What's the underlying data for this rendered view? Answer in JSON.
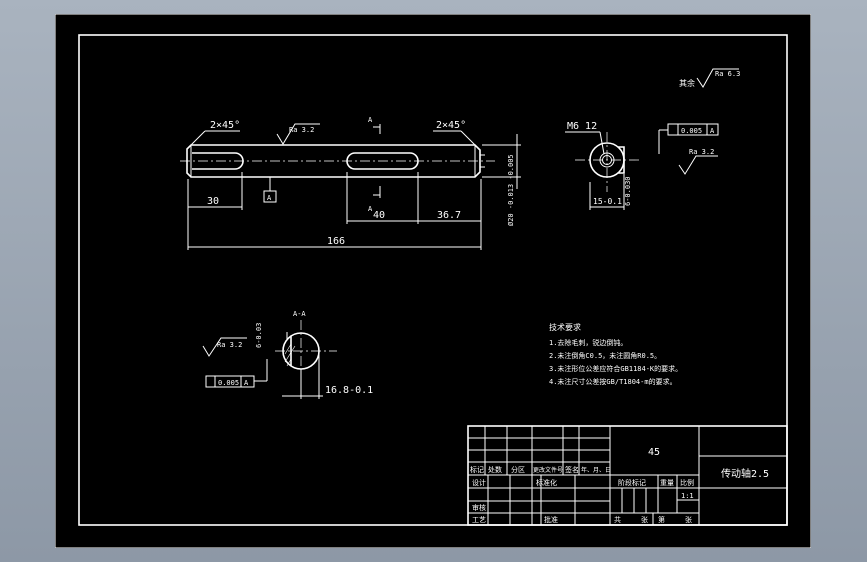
{
  "drawing": {
    "views": {
      "main": {
        "chamfer_left": "2×45°",
        "chamfer_right": "2×45°",
        "roughness": "Ra 3.2",
        "section_mark": "A",
        "datum": "A",
        "dims": {
          "left_keyway": "30",
          "keyway_len": "40",
          "right_offset": "36.7",
          "total_len": "166",
          "dia": "Ø20 -0.013 -0.005"
        }
      },
      "end": {
        "thread": "M6 12",
        "key_dim": "15-0.1",
        "width_dim": "6-0.030",
        "tol_value": "0.005",
        "tol_datum": "A",
        "roughness": "Ra 3.2"
      },
      "section": {
        "title": "A-A",
        "roughness": "Ra 3.2",
        "width_dim": "6-0.03",
        "depth_dim": "16.8-0.1",
        "tol_value": "0.005",
        "tol_datum": "A"
      }
    },
    "other_roughness": {
      "label": "其余",
      "value": "Ra 6.3"
    },
    "notes": {
      "heading": "技术要求",
      "lines": [
        "1.去除毛刺，锐边倒钝。",
        "2.未注倒角C0.5，未注圆角R0.5。",
        "3.未注形位公差应符合GB1184-K的要求。",
        "4.未注尺寸公差按GB/T1804-m的要求。"
      ]
    },
    "title_block": {
      "material": "45",
      "part_name": "传动轴2.5",
      "scale": "1:1",
      "headers": [
        "标记",
        "处数",
        "分区",
        "更改文件号",
        "签名",
        "年、月、日"
      ],
      "rows": {
        "design": "设计",
        "standard": "标准化",
        "review": "审核",
        "process": "工艺",
        "approve": "批准"
      },
      "stage_mark": "阶段标记",
      "weight": "重量",
      "ratio": "比例",
      "sheets_total": "共",
      "sheets_label": "张",
      "sheet_no": "第",
      "sheet_label": "张"
    }
  }
}
